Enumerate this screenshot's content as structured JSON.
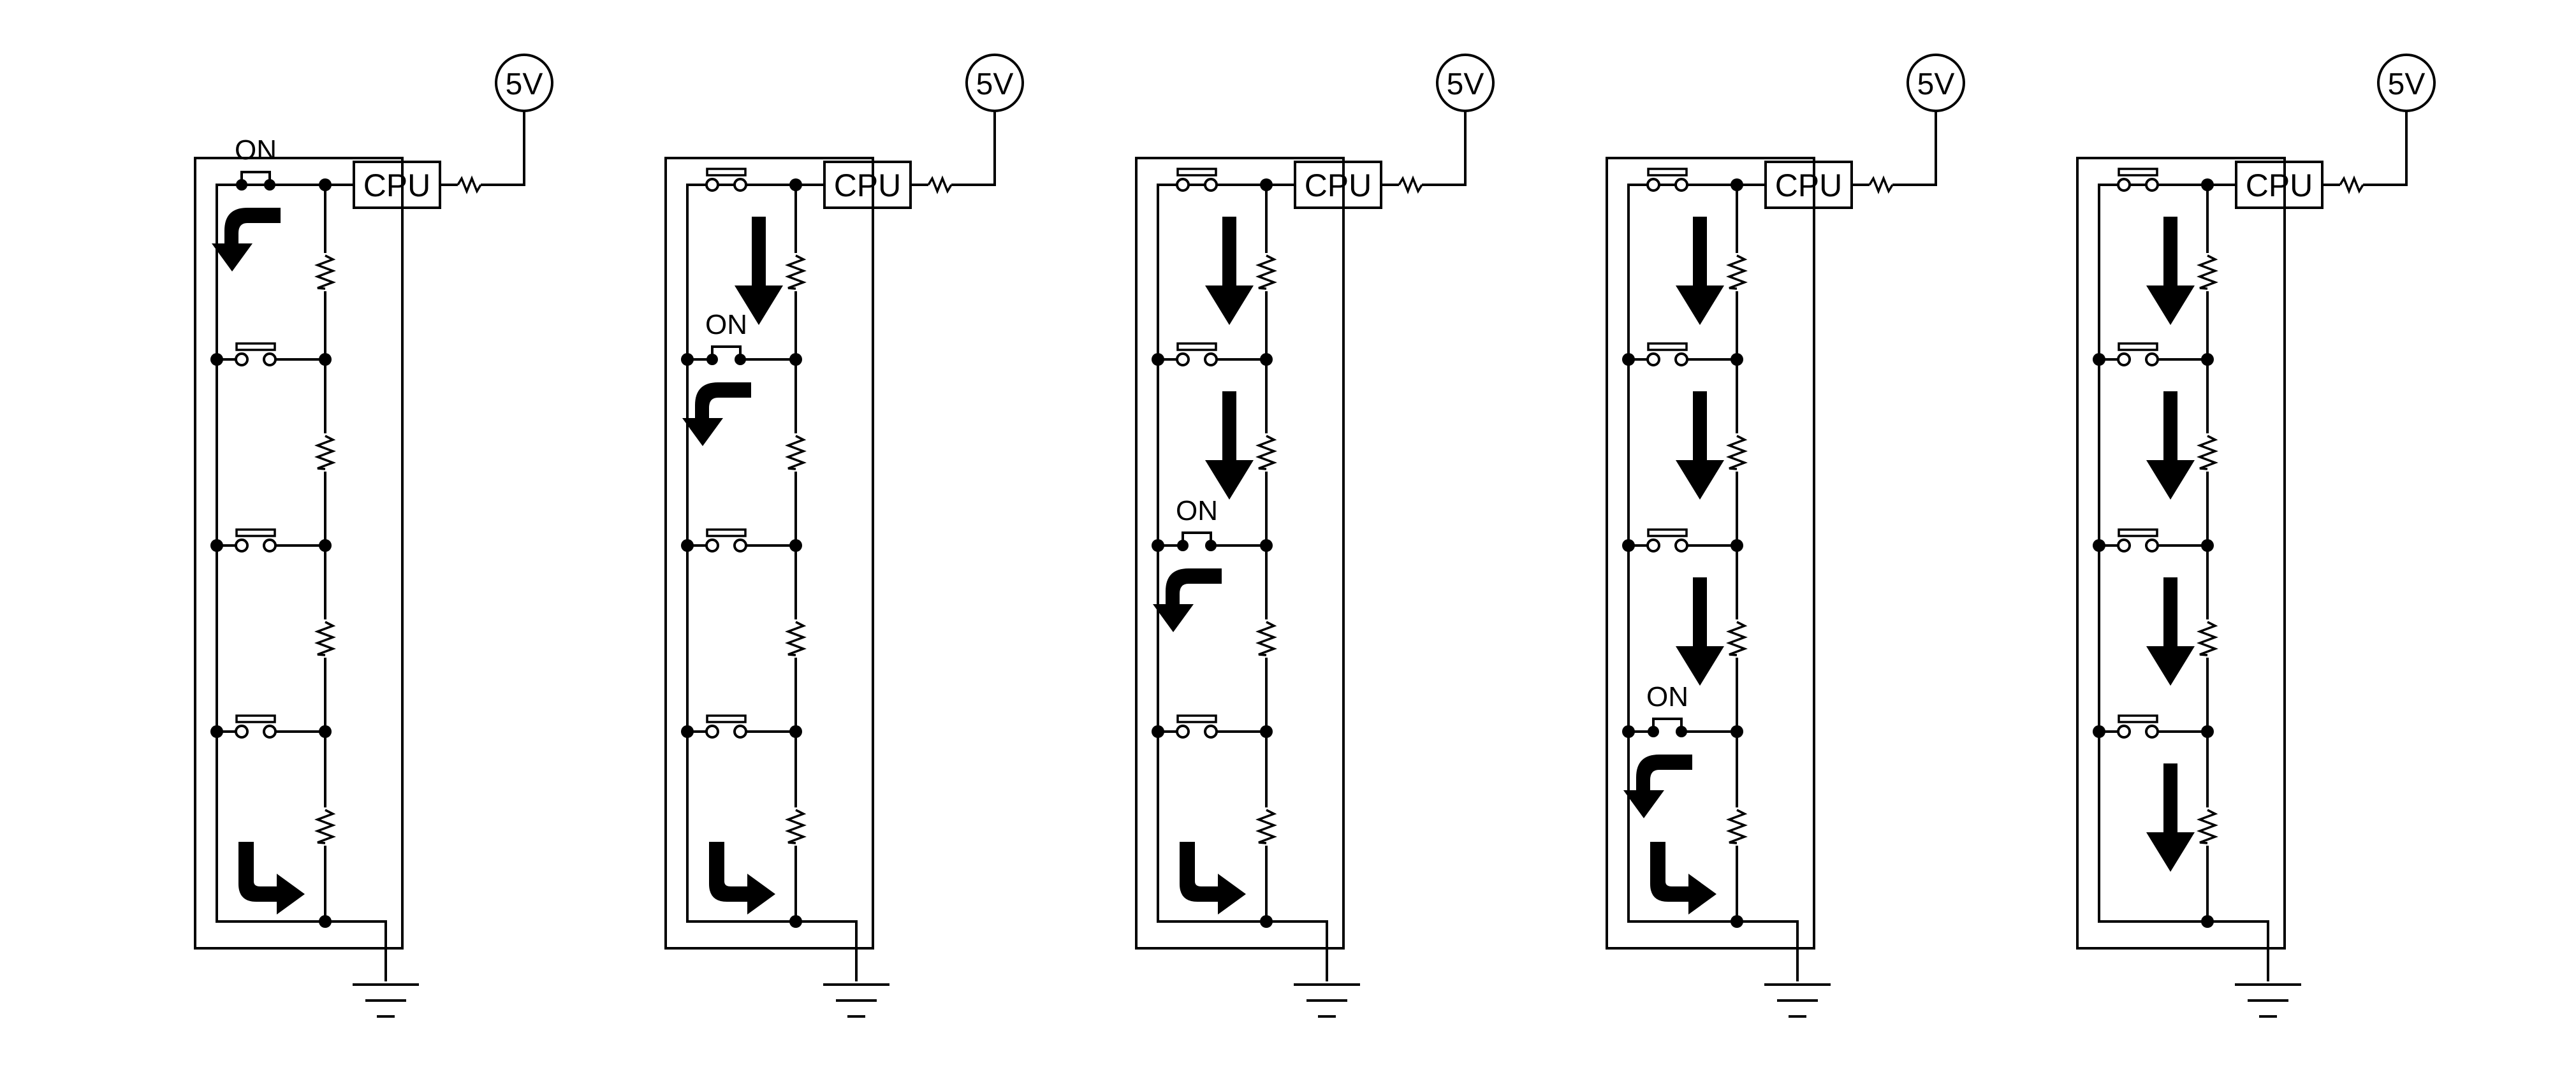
{
  "labels": {
    "supply": "5V",
    "cpu": "CPU",
    "on": "ON"
  },
  "colors": {
    "line": "#000000",
    "background": "#ffffff"
  },
  "panels": [
    {
      "pressed_switch": 0,
      "current_arrows": 0
    },
    {
      "pressed_switch": 1,
      "current_arrows": 1
    },
    {
      "pressed_switch": 2,
      "current_arrows": 2
    },
    {
      "pressed_switch": 3,
      "current_arrows": 3
    },
    {
      "pressed_switch": null,
      "current_arrows": 4
    }
  ]
}
